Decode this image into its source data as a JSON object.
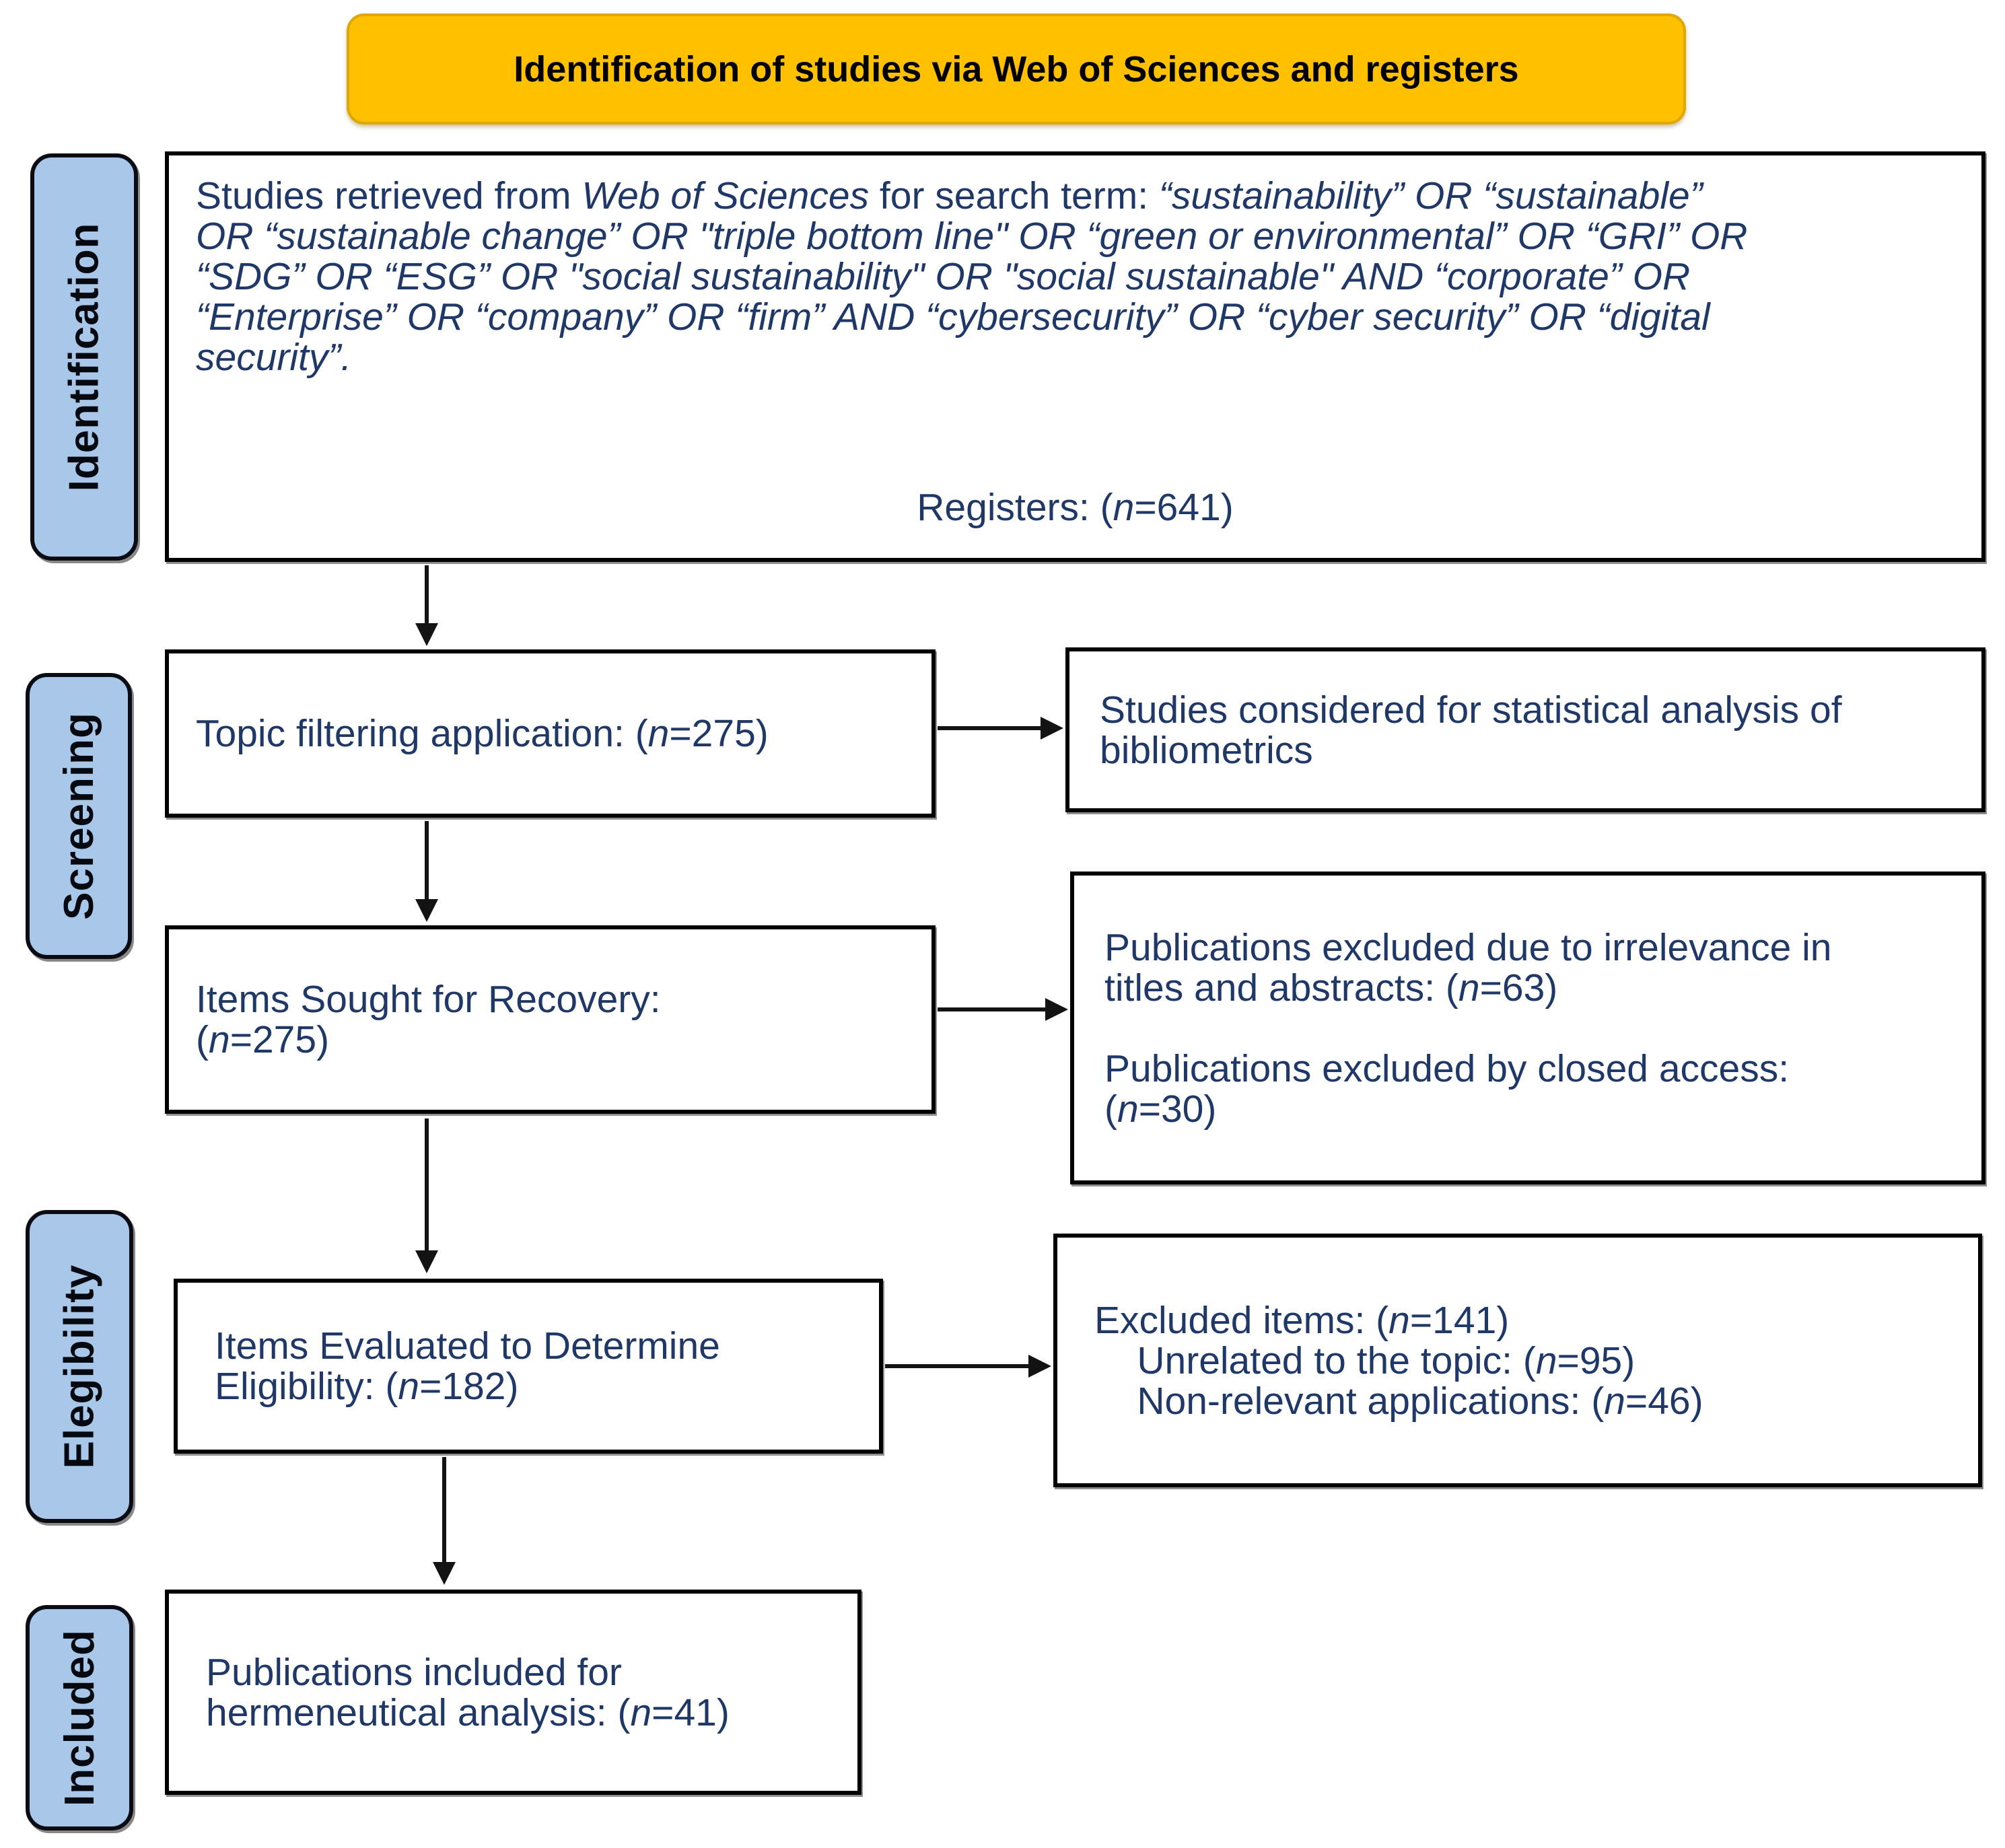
{
  "colors": {
    "banner_bg": "#FFC000",
    "banner_border": "#DFA800",
    "banner_text": "#000000",
    "stage_bg": "#A8C7E9",
    "stage_border": "#0B0B14",
    "stage_text": "#06090F",
    "box_border": "#000000",
    "box_text": "#1F3868",
    "arrow": "#131313"
  },
  "banner": {
    "title": "Identification of studies via Web of Sciences and registers"
  },
  "stages": [
    {
      "label": "Identification"
    },
    {
      "label": "Screening"
    },
    {
      "label": "Elegibility"
    },
    {
      "label": "Included"
    }
  ],
  "boxes": {
    "search": {
      "main": [
        {
          "text": "Studies retrieved from "
        },
        {
          "text": "Web of Sciences",
          "italic": true
        },
        {
          "text": " for search term: "
        },
        {
          "text": "“sustainability” OR “sustainable”\nOR “sustainable change” OR \"triple bottom line\" OR “green or environmental” OR “GRI” OR\n“SDG” OR “ESG” OR \"social sustainability\" OR \"social sustainable\" AND “corporate” OR\n“Enterprise” OR “company” OR “firm” AND “cybersecurity” OR “cyber security” OR “digital\nsecurity”.",
          "italic": true
        }
      ],
      "registers": [
        {
          "text": "Registers: ("
        },
        {
          "text": "n",
          "italic": true
        },
        {
          "text": "=641)"
        }
      ]
    },
    "topic_filtering": {
      "main": [
        {
          "text": "Topic filtering application: ("
        },
        {
          "text": "n",
          "italic": true
        },
        {
          "text": "=275)"
        }
      ]
    },
    "bibliometrics": {
      "main": [
        {
          "text": "Studies considered for statistical analysis of\nbibliometrics"
        }
      ]
    },
    "items_sought": {
      "main": [
        {
          "text": "Items Sought for Recovery:\n("
        },
        {
          "text": "n",
          "italic": true
        },
        {
          "text": "=275)"
        }
      ]
    },
    "pubs_excluded": {
      "main": [
        {
          "text": "Publications excluded due to irrelevance in\ntitles and abstracts: ("
        },
        {
          "text": "n",
          "italic": true
        },
        {
          "text": "=63)\n\nPublications excluded by closed access:\n("
        },
        {
          "text": "n",
          "italic": true
        },
        {
          "text": "=30)"
        }
      ]
    },
    "items_evaluated": {
      "main": [
        {
          "text": "Items Evaluated to Determine\nEligibility: ("
        },
        {
          "text": "n",
          "italic": true
        },
        {
          "text": "=182)"
        }
      ]
    },
    "excluded_items": {
      "main": [
        {
          "text": "Excluded items: ("
        },
        {
          "text": "n",
          "italic": true
        },
        {
          "text": "=141)\n    Unrelated to the topic: ("
        },
        {
          "text": "n",
          "italic": true
        },
        {
          "text": "=95)\n    Non-relevant applications: ("
        },
        {
          "text": "n",
          "italic": true
        },
        {
          "text": "=46)"
        }
      ]
    },
    "included_pubs": {
      "main": [
        {
          "text": "Publications included for\nhermeneutical analysis: ("
        },
        {
          "text": "n",
          "italic": true
        },
        {
          "text": "=41)"
        }
      ]
    }
  }
}
